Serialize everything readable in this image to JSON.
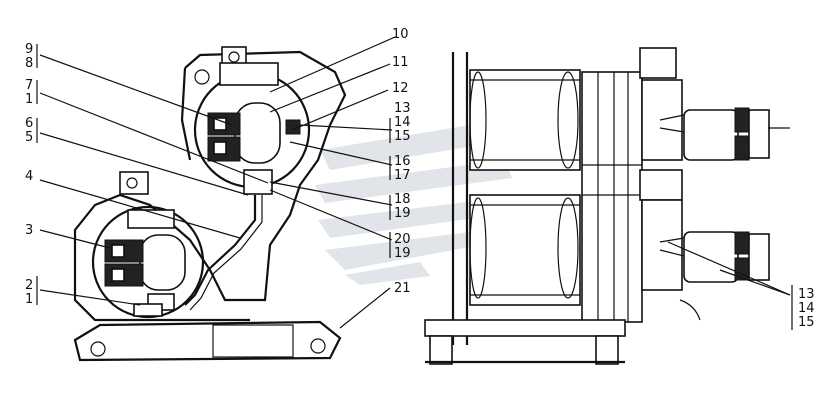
{
  "labels": {
    "l9": "9",
    "l8": "8",
    "l7": "7",
    "l1a": "1",
    "l6": "6",
    "l5": "5",
    "l4": "4",
    "l3": "3",
    "l2": "2",
    "l1b": "1",
    "l10": "10",
    "l11": "11",
    "l12": "12",
    "l13a": "13",
    "l14a": "14",
    "l15a": "15",
    "l16": "16",
    "l17": "17",
    "l18": "18",
    "l19a": "19",
    "l20": "20",
    "l19b": "19",
    "l21": "21",
    "l13b": "13",
    "l14b": "14",
    "l15b": "15"
  },
  "colors": {
    "line": "#111111",
    "watermark": "#c9ced6",
    "background": "#ffffff"
  }
}
